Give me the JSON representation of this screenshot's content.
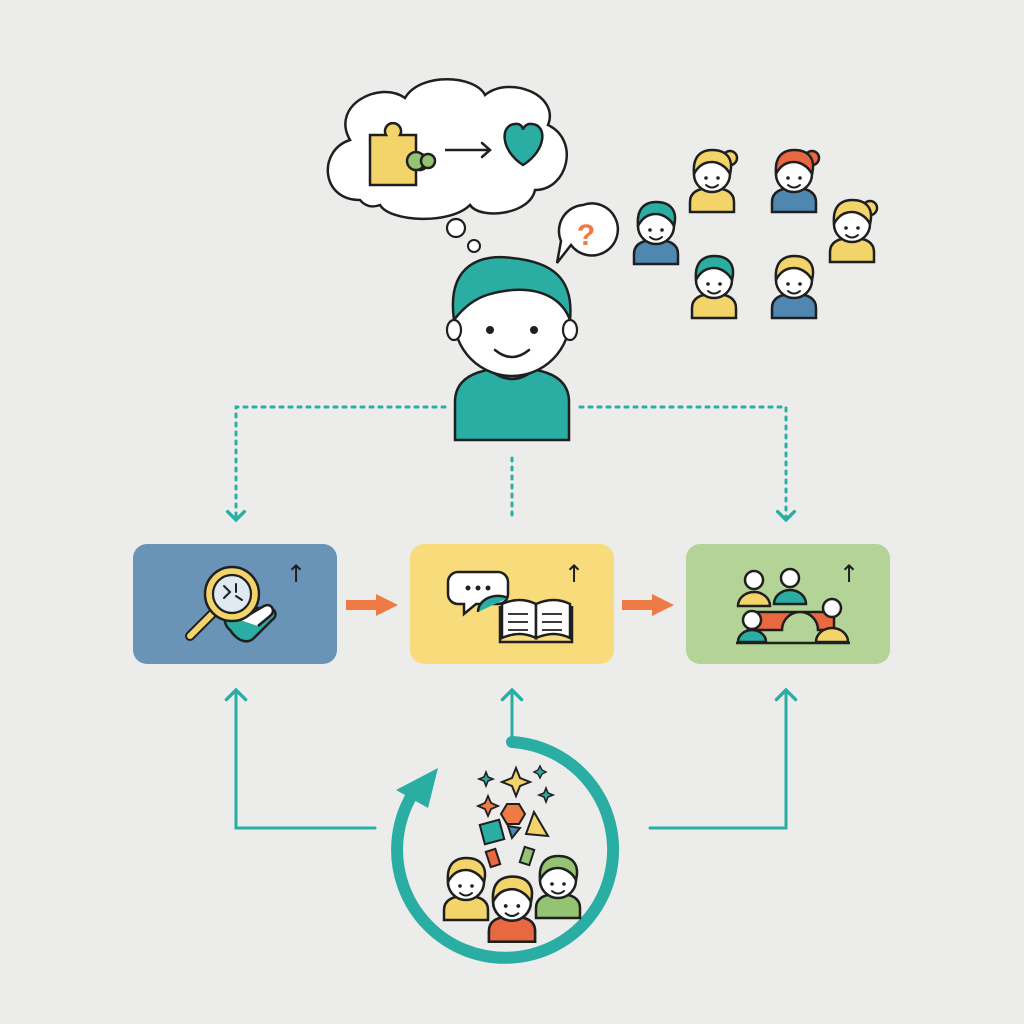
{
  "colors": {
    "background": "#ececeb",
    "teal": "#2aaea4",
    "orange": "#ee7a45",
    "yellow": "#f6d97a",
    "blue_box": "#6a93b8",
    "yellow_box": "#f8dc7c",
    "green_box": "#b4d396",
    "outline": "#1f1f1f",
    "skin": "#ffffff",
    "kid_yellow": "#f3d46b",
    "kid_blue": "#4f87b0",
    "kid_teal": "#2aaea4",
    "kid_green": "#93c373",
    "kid_red": "#e9683f"
  },
  "thought_bubble": {
    "icons": [
      "puzzle-icon",
      "arrow-right-icon",
      "heart-icon"
    ]
  },
  "question_bubble": {
    "glyph": "?"
  },
  "process_boxes": [
    {
      "id": "explore",
      "icon": "magnifier-hand-icon",
      "corner_glyph": "↑"
    },
    {
      "id": "discuss",
      "icon": "speech-book-icon",
      "corner_glyph": "↑"
    },
    {
      "id": "collaborate",
      "icon": "group-bridge-icon",
      "corner_glyph": "↑"
    }
  ],
  "cycle": {
    "icon": "circular-refresh-icon",
    "contents": [
      "sparkle-icon",
      "shapes-icon",
      "children-group-icon"
    ]
  }
}
